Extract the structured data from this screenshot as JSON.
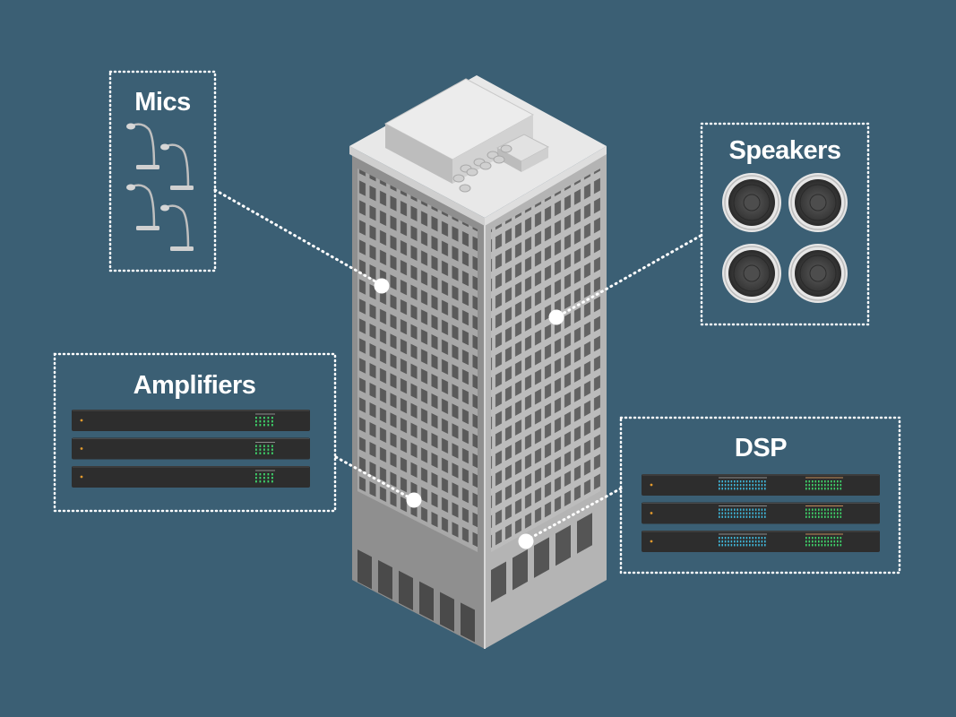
{
  "colors": {
    "background": "#3b5f74",
    "connector": "#ffffff",
    "rack_unit": "#2d2d2d",
    "led_green": "#3fd46a",
    "led_cyan": "#3fb6d8",
    "led_orange": "#e39a2d",
    "building_front": "#9c9c9c",
    "building_side": "#b9b9b9",
    "building_roof": "#e6e6e6"
  },
  "labels": {
    "mics": "Mics",
    "speakers": "Speakers",
    "amplifiers": "Amplifiers",
    "dsp": "DSP"
  },
  "icons": {
    "mics": "microphone-icon",
    "speakers": "speaker-icon",
    "amplifiers": "amplifier-rack-icon",
    "dsp": "dsp-rack-icon",
    "building": "office-tower-illustration"
  },
  "counts": {
    "mics": 4,
    "speakers": 4,
    "amplifiers": 3,
    "dsp": 3
  }
}
